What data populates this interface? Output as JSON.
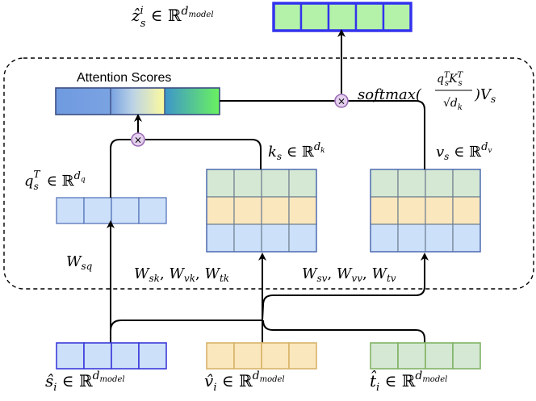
{
  "title_text": "Attention Scores",
  "output_label": {
    "base": "ẑ",
    "sup": "i",
    "sub": "s",
    "rel": " ∈ ℝ",
    "dim": "d",
    "dim_sub": "model"
  },
  "softmax_label": {
    "prefix": "softmax(",
    "num_q": "q",
    "num_q_sup": "T",
    "num_q_sub": "s",
    "num_k": "K",
    "num_k_sup": "T",
    "num_k_sub": "s",
    "den": "√d",
    "den_sub": "k",
    "suffix": ")V",
    "suffix_sub": "s"
  },
  "q_label": {
    "base": "q",
    "sup": "T",
    "sub": "s",
    "rel": " ∈ ℝ",
    "dim": "d",
    "dim_sub": "q"
  },
  "k_label": {
    "base": "k",
    "sub": "s",
    "rel": " ∈ ℝ",
    "dim": "d",
    "dim_sub": "k"
  },
  "v_label": {
    "base": "v",
    "sub": "s",
    "rel": " ∈ ℝ",
    "dim": "d",
    "dim_sub": "v"
  },
  "w_sq": {
    "base": "W",
    "sub": "sq"
  },
  "w_k": {
    "w1": "W",
    "w1_sub": "sk",
    "w2": "W",
    "w2_sub": "vk",
    "w3": "W",
    "w3_sub": "tk",
    "sep": ", "
  },
  "w_v": {
    "w1": "W",
    "w1_sub": "sv",
    "w2": "W",
    "w2_sub": "vv",
    "w3": "W",
    "w3_sub": "tv",
    "sep": ", "
  },
  "s_label": {
    "base": "ŝ",
    "sub": "i",
    "rel": " ∈ ℝ",
    "dim": "d",
    "dim_sub": "model"
  },
  "vi_label": {
    "base": "v̂",
    "sub": "i",
    "rel": " ∈ ℝ",
    "dim": "d",
    "dim_sub": "model"
  },
  "t_label": {
    "base": "t̂",
    "sub": "i",
    "rel": " ∈ ℝ",
    "dim": "d",
    "dim_sub": "model"
  },
  "multiply_symbol": "×",
  "colors": {
    "output_border": "#3333ee",
    "output_fill": "#b3f2a8",
    "blue_fill": "#cce0fa",
    "blue_border": "#4d6bb3",
    "s_border": "#3b3bd9",
    "yellow_fill": "#fbe7bd",
    "yellow_border": "#d8b46a",
    "green_fill": "#d5e8d4",
    "green_border": "#82b366",
    "op_fill": "#e4d0ee",
    "op_border": "#9b6cb5"
  }
}
